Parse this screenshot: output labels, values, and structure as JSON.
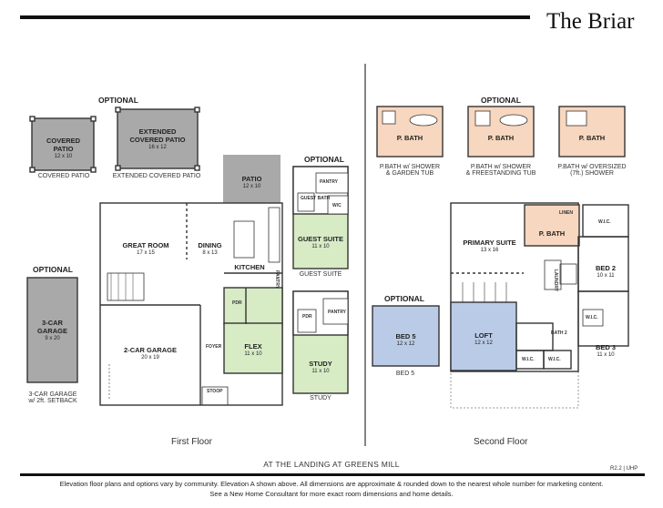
{
  "title": "The Briar",
  "optional_label": "OPTIONAL",
  "rooms": {
    "covered_patio": {
      "name": "COVERED PATIO",
      "dim": "12 x 10",
      "caption": "COVERED PATIO"
    },
    "extended_patio": {
      "name1": "EXTENDED",
      "name2": "COVERED PATIO",
      "dim": "16 x 12",
      "caption": "EXTENDED COVERED PATIO"
    },
    "patio": {
      "name": "PATIO",
      "dim": "12 x 10"
    },
    "great_room": {
      "name": "GREAT ROOM",
      "dim": "17 x 15"
    },
    "dining": {
      "name": "DINING",
      "dim": "8 x 13"
    },
    "kitchen": {
      "name": "KITCHEN"
    },
    "pantry": "PANTRY",
    "pdr": "PDR",
    "flex": {
      "name": "FLEX",
      "dim": "11 x 10"
    },
    "garage2": {
      "name": "2-CAR GARAGE",
      "dim": "20 x 19"
    },
    "foyer": "FOYER",
    "stoop": "STOOP",
    "garage3": {
      "name1": "3-CAR",
      "name2": "GARAGE",
      "dim": "9 x 20",
      "caption1": "3-CAR GARAGE",
      "caption2": "w/ 2ft. SETBACK"
    },
    "guest_suite": {
      "name": "GUEST SUITE",
      "dim": "11 x 10",
      "caption": "GUEST SUITE",
      "bath": "GUEST BATH",
      "wic": "W/C"
    },
    "study": {
      "name": "STUDY",
      "dim": "11 x 10",
      "caption": "STUDY"
    },
    "pbath_opts": [
      {
        "name": "P. BATH",
        "caption1": "P.BATH w/ SHOWER",
        "caption2": "& GARDEN TUB"
      },
      {
        "name": "P. BATH",
        "caption1": "P.BATH w/ SHOWER",
        "caption2": "& FREESTANDING TUB"
      },
      {
        "name": "P. BATH",
        "caption1": "P.BATH w/ OVERSIZED",
        "caption2": "(7ft.) SHOWER"
      }
    ],
    "primary_suite": {
      "name": "PRIMARY SUITE",
      "dim": "13 x 16"
    },
    "pbath": "P. BATH",
    "linen": "LINEN",
    "wic": "W.I.C.",
    "bed2": {
      "name": "BED 2",
      "dim": "10 x 11"
    },
    "laundry": "LAUNDRY",
    "wic2": "W.I.C.",
    "loft": {
      "name": "LOFT",
      "dim": "12 x 12"
    },
    "bath2": "BATH 2",
    "bed3": {
      "name": "BED 3",
      "dim": "11 x 10"
    },
    "wic3": "W.I.C.",
    "wic4": "W.I.C.",
    "bed5": {
      "name": "BED 5",
      "dim": "12 x 12",
      "caption": "BED 5"
    }
  },
  "first_floor": "First Floor",
  "second_floor": "Second Floor",
  "community": "AT THE LANDING AT GREENS MILL",
  "revision": "R2.2 | UHP",
  "disclaimer_1": "Elevation floor plans and options vary by community. Elevation A shown above. All dimensions are approximate & rounded down to the nearest whole number for marketing content.",
  "disclaimer_2": "See a New Home Consultant for more exact room dimensions and home details.",
  "colors": {
    "green": "#d7ebc5",
    "gray": "#a9a9a9",
    "blue": "#b9cbe6",
    "peach": "#f7d7bf",
    "wall": "#333333"
  }
}
